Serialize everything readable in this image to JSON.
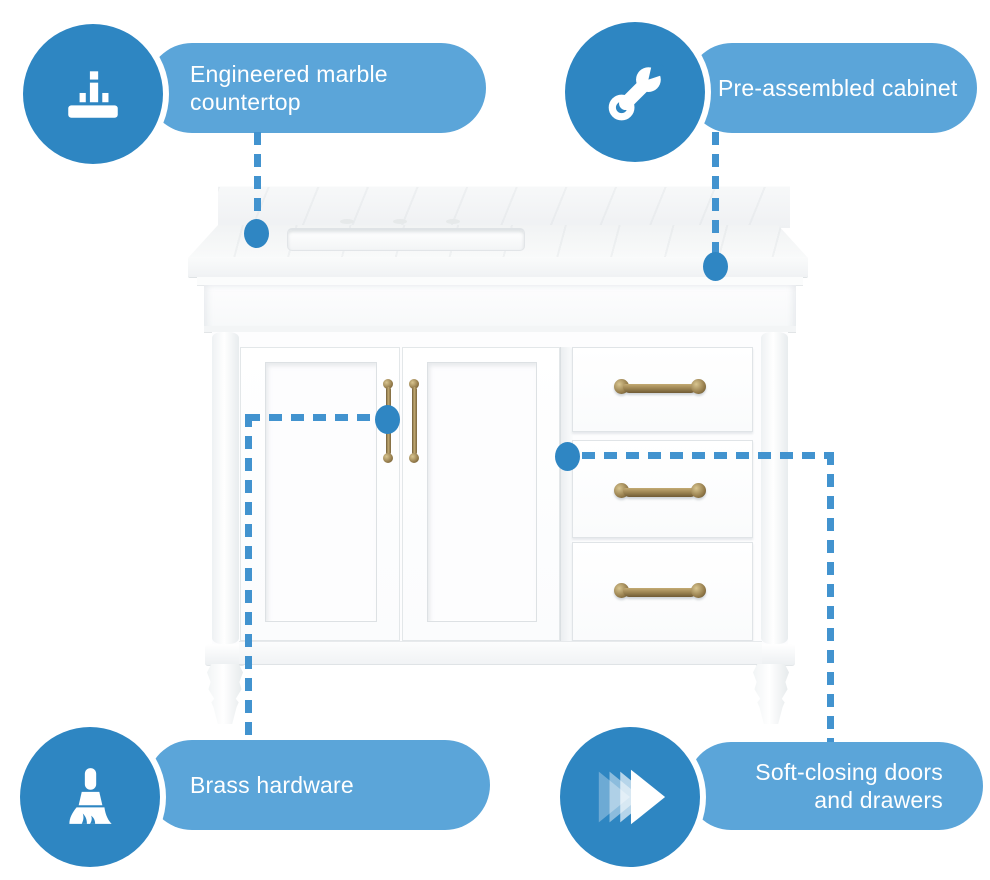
{
  "page": {
    "background": "#ffffff"
  },
  "palette": {
    "badge_circle_blue": "#2e86c2",
    "pill_blue": "#5ba5d9",
    "dashed_line_blue": "#4293cf",
    "brass": "#9a8050",
    "text_color": "#ffffff"
  },
  "callouts": {
    "countertop": {
      "icon": "countertop-icon",
      "line1": "Engineered marble",
      "line2": "countertop"
    },
    "cabinet": {
      "icon": "wrench-icon",
      "line1": "Pre-assembled cabinet"
    },
    "hardware": {
      "icon": "paint-brush-icon",
      "line1": "Brass hardware"
    },
    "soft_close": {
      "icon": "soft-close-arrows-icon",
      "line1": "Soft-closing doors",
      "line2": "and drawers"
    }
  }
}
